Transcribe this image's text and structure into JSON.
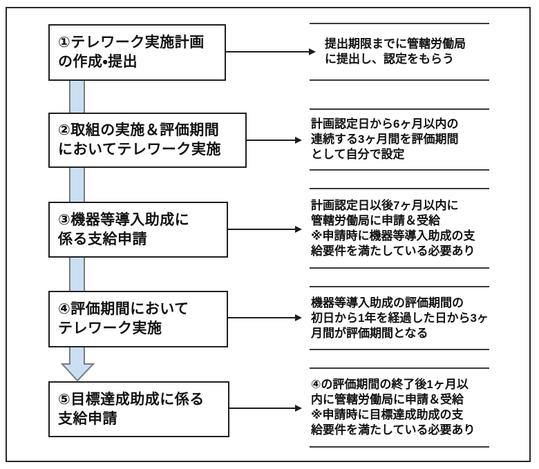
{
  "steps": [
    {
      "box": "①テレワーク実施計画\nの作成・提出",
      "note": "提出期限までに管轄労働局\nに提出し、認定をもらう"
    },
    {
      "box": "②取組の実施＆評価期間\nにおいてテレワーク実施",
      "note": "計画認定日から6ヶ月以内の\n連続する3ヶ月間を評価期間\nとして自分で設定"
    },
    {
      "box": "③機器等導入助成に\n係る支給申請",
      "note": "計画認定日以後7ヶ月以内に\n管轄労働局に申請＆受給\n※申請時に機器等導入助成の支\n給要件を満たしている必要あり"
    },
    {
      "box": "④評価期間において\nテレワーク実施",
      "note": "機器等導入助成の評価期間の\n初日から1年を経過した日から3ヶ\n月間が評価期間となる"
    },
    {
      "box": "⑤目標達成助成に係る\n支給申請",
      "note": "④の評価期間の終了後1ヶ月以\n内に管轄労働局に申請＆受給\n※申請時に目標達成助成の支\n給要件を満たしている必要あり"
    }
  ],
  "colors": {
    "flow_arrow_fill": "#cbdff2",
    "flow_arrow_stroke": "#7b7b7b",
    "box_border": "#1f1f1f",
    "rule_line": "#3a3a3a",
    "connector": "#1c1c1c",
    "text": "#111111"
  }
}
